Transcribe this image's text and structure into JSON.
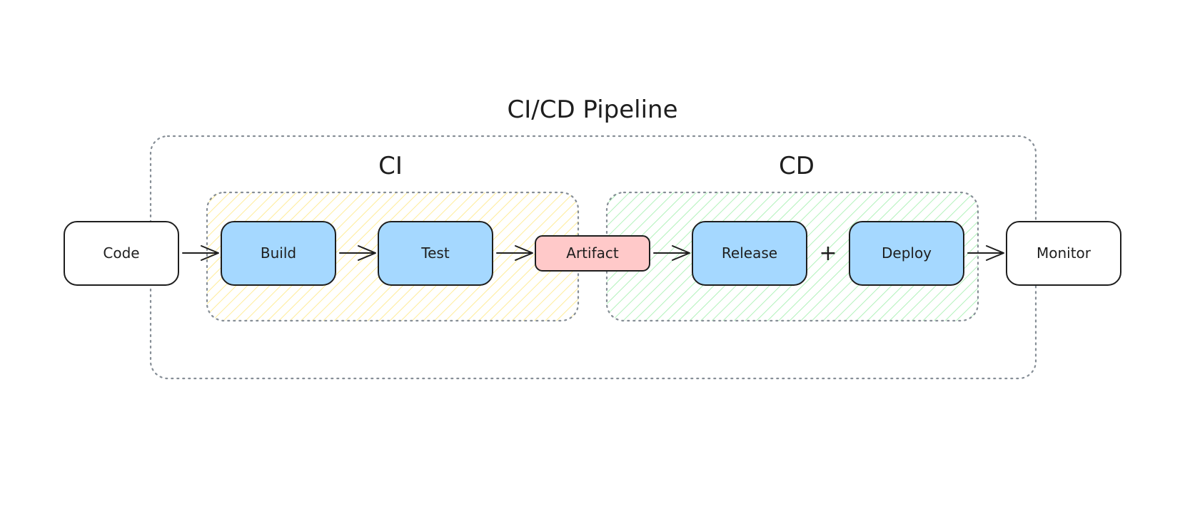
{
  "diagram": {
    "title": "CI/CD Pipeline",
    "groups": {
      "ci": {
        "label": "CI"
      },
      "cd": {
        "label": "CD"
      }
    },
    "nodes": {
      "code": {
        "label": "Code"
      },
      "build": {
        "label": "Build"
      },
      "test": {
        "label": "Test"
      },
      "artifact": {
        "label": "Artifact"
      },
      "release": {
        "label": "Release"
      },
      "deploy": {
        "label": "Deploy"
      },
      "monitor": {
        "label": "Monitor"
      }
    },
    "plus_symbol": "+",
    "colors": {
      "stroke": "#1e1e1e",
      "dashed_border": "#868e96",
      "stage_fill": "#a5d8ff",
      "artifact_fill": "#ffc9c9",
      "ci_hatch": "#ffec99",
      "cd_hatch": "#b2f2bb",
      "plain_fill": "#ffffff"
    },
    "edges": [
      {
        "from": "code",
        "to": "build"
      },
      {
        "from": "build",
        "to": "test"
      },
      {
        "from": "test",
        "to": "artifact"
      },
      {
        "from": "artifact",
        "to": "release"
      },
      {
        "from": "deploy",
        "to": "monitor"
      }
    ]
  }
}
